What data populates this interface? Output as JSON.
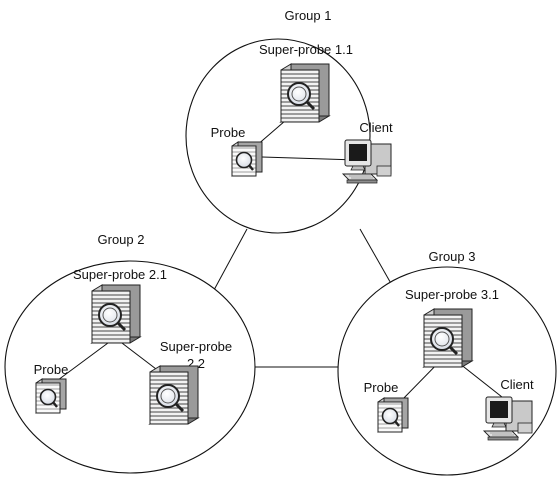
{
  "groups": [
    {
      "label": "Group 1"
    },
    {
      "label": "Group 2"
    },
    {
      "label": "Group 3"
    }
  ],
  "nodes": {
    "g1_superprobe": "Super-probe 1.1",
    "g1_probe": "Probe",
    "g1_client": "Client",
    "g2_superprobe_1": "Super-probe 2.1",
    "g2_superprobe_2_line1": "Super-probe",
    "g2_superprobe_2_line2": "2.2",
    "g2_probe": "Probe",
    "g3_superprobe": "Super-probe 3.1",
    "g3_probe": "Probe",
    "g3_client": "Client"
  }
}
